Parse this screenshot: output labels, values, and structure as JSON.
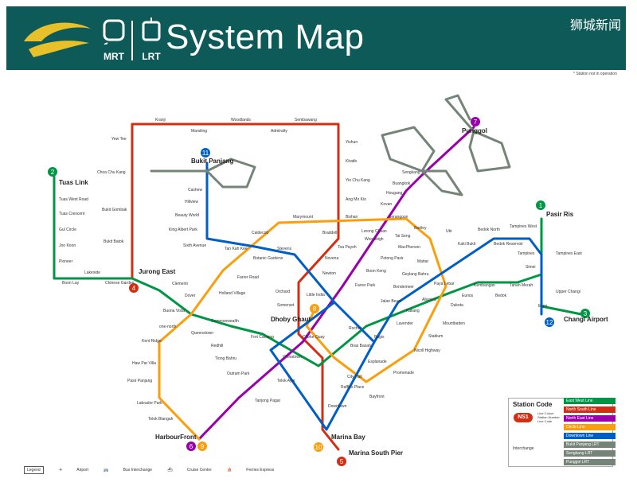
{
  "header": {
    "mrt_label": "MRT",
    "lrt_label": "LRT",
    "title": "System Map",
    "watermark": "狮城新闻"
  },
  "note": "* Station not in operation",
  "colors": {
    "ew": "#009645",
    "ns": "#d42e12",
    "ne": "#9900aa",
    "cc": "#fa9e0d",
    "dt": "#005ec4",
    "bp": "#748477",
    "sk": "#748477",
    "header": "#0d5a58"
  },
  "line_numbers": {
    "ew_west": "2",
    "ew_east": "1",
    "ew_changi": "3",
    "ns": "4",
    "ns_south": "5",
    "ne": "6",
    "ne_north": "7",
    "cc": "9",
    "cc_south": "10",
    "cc_center": "8",
    "dt": "11",
    "dt_east": "12"
  },
  "stations": {
    "tuas_link": "Tuas Link",
    "tuas_west": "Tuas West Road",
    "tuas_cres": "Tuas Crescent",
    "gul": "Gul Circle",
    "joon_koon": "Joo Koon",
    "pioneer": "Pioneer",
    "boon_lay": "Boon Lay",
    "lakeside": "Lakeside",
    "chinese_garden": "Chinese Garden",
    "jurong_east": "Jurong East",
    "clementi": "Clementi",
    "dover": "Dover",
    "buona_vista": "Buona Vista",
    "commonwealth": "Commonwealth",
    "queenstown": "Queenstown",
    "redhill": "Redhill",
    "tiong_bahru": "Tiong Bahru",
    "outram": "Outram Park",
    "tanjong_pagar": "Tanjong Pagar",
    "raffles": "Raffles Place",
    "city_hall": "City Hall",
    "bugis": "Bugis",
    "lavender": "Lavender",
    "kallang": "Kallang",
    "aljunied": "Aljunied",
    "paya_lebar": "Paya Lebar",
    "eunos": "Eunos",
    "kembangan": "Kembangan",
    "bedok": "Bedok",
    "tanah_merah": "Tanah Merah",
    "simei": "Simei",
    "tampines": "Tampines",
    "pasir_ris": "Pasir Ris",
    "expo": "Expo",
    "changi": "Changi Airport",
    "bukit_batok": "Bukit Batok",
    "bukit_gombak": "Bukit Gombak",
    "choa_chu_kang": "Choa Chu Kang",
    "yew_tee": "Yew Tee",
    "kranji": "Kranji",
    "marsiling": "Marsiling",
    "woodlands": "Woodlands",
    "admiralty": "Admiralty",
    "sembawang": "Sembawang",
    "yishun": "Yishun",
    "khatib": "Khatib",
    "yio_chu_kang": "Yio Chu Kang",
    "ang_mo_kio": "Ang Mo Kio",
    "bishan": "Bishan",
    "braddell": "Braddell",
    "toa_payoh": "Toa Payoh",
    "novena": "Novena",
    "newton": "Newton",
    "orchard": "Orchard",
    "somerset": "Somerset",
    "dhoby_ghaut": "Dhoby Ghaut",
    "marina_bay": "Marina Bay",
    "marina_south": "Marina South Pier",
    "harbourfront": "HarbourFront",
    "punggol": "Punggol",
    "sengkang": "Sengkang",
    "buangkok": "Buangkok",
    "hougang": "Hougang",
    "kovan": "Kovan",
    "serangoon": "Serangoon",
    "woodleigh": "Woodleigh",
    "potong_pasir": "Potong Pasir",
    "boon_keng": "Boon Keng",
    "farrer_park": "Farrer Park",
    "little_india": "Little India",
    "chinatown": "Chinatown",
    "clarke_quay": "Clarke Quay",
    "bukit_panjang": "Bukit Panjang",
    "cashew": "Cashew",
    "hillview": "Hillview",
    "beauty_world": "Beauty World",
    "king_albert": "King Albert Park",
    "sixth_avenue": "Sixth Avenue",
    "tan_kah_kee": "Tan Kah Kee",
    "botanic": "Botanic Gardens",
    "stevens": "Stevens",
    "caldecott": "Caldecott",
    "marymount": "Marymount",
    "lorong_chuan": "Lorong Chuan",
    "bartley": "Bartley",
    "tai_seng": "Tai Seng",
    "macpherson": "MacPherson",
    "ubi": "Ubi",
    "kaki_bukit": "Kaki Bukit",
    "bedok_north": "Bedok North",
    "bedok_res": "Bedok Reservoir",
    "tampines_west": "Tampines West",
    "tampines_east": "Tampines East",
    "upper_changi": "Upper Changi",
    "farrer_road": "Farrer Road",
    "holland": "Holland Village",
    "one_north": "one-north",
    "kent_ridge": "Kent Ridge",
    "haw_par": "Haw Par Villa",
    "pasir_panjang": "Pasir Panjang",
    "labrador": "Labrador Park",
    "telok_blangah": "Telok Blangah",
    "mattar": "Mattar",
    "geylang_bahru": "Geylang Bahru",
    "bendemeer": "Bendemeer",
    "jalan_besar": "Jalan Besar",
    "rochor": "Rochor",
    "bras_basah": "Bras Basah",
    "esplanade": "Esplanade",
    "promenade": "Promenade",
    "bayfront": "Bayfront",
    "downtown": "Downtown",
    "telok_ayer": "Telok Ayer",
    "fort_canning": "Fort Canning",
    "dakota": "Dakota",
    "mountbatten": "Mountbatten",
    "stadium": "Stadium",
    "nicoll": "Nicoll Highway",
    "ubi2": "Kallang",
    "tanjong": "Tanjong Pagar"
  },
  "key": {
    "title": "Station Code",
    "code": "NS1",
    "sub1": "Line Colour",
    "sub2": "Station Number",
    "sub3": "Line Code",
    "interchange": "Interchange"
  },
  "legend": [
    "East West Line",
    "North South Line",
    "North East Line",
    "Circle Line",
    "Downtown Line",
    "Bukit Panjang LRT",
    "Sengkang LRT",
    "Punggol LRT"
  ],
  "bottom": {
    "legend": "Legend",
    "airport": "Airport",
    "bus": "Bus Interchange",
    "cruise": "Cruise Centre",
    "ferry": "Ferries Express"
  }
}
